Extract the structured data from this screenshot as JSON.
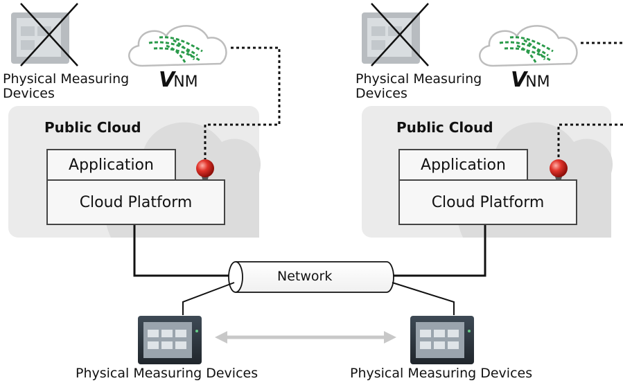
{
  "left_panel": {
    "crossed_device_label_line1": "Physical Measuring",
    "crossed_device_label_line2": "Devices",
    "vnm_letter": "V",
    "vnm_suffix": "NM",
    "cloud_title": "Public Cloud",
    "application_label": "Application",
    "platform_label": "Cloud Platform"
  },
  "right_panel": {
    "crossed_device_label_line1": "Physical Measuring",
    "crossed_device_label_line2": "Devices",
    "vnm_letter": "V",
    "vnm_suffix": "NM",
    "cloud_title": "Public Cloud",
    "application_label": "Application",
    "platform_label": "Cloud Platform"
  },
  "network_label": "Network",
  "bottom_left_label": "Physical Measuring Devices",
  "bottom_right_label": "Physical Measuring Devices",
  "colors": {
    "cloud_region": "#ececec",
    "cloud_shape": "#dcdcdc",
    "pin": "#d8261c",
    "vnm_green": "#1f8a3a",
    "arrow": "#c8c8c8"
  }
}
